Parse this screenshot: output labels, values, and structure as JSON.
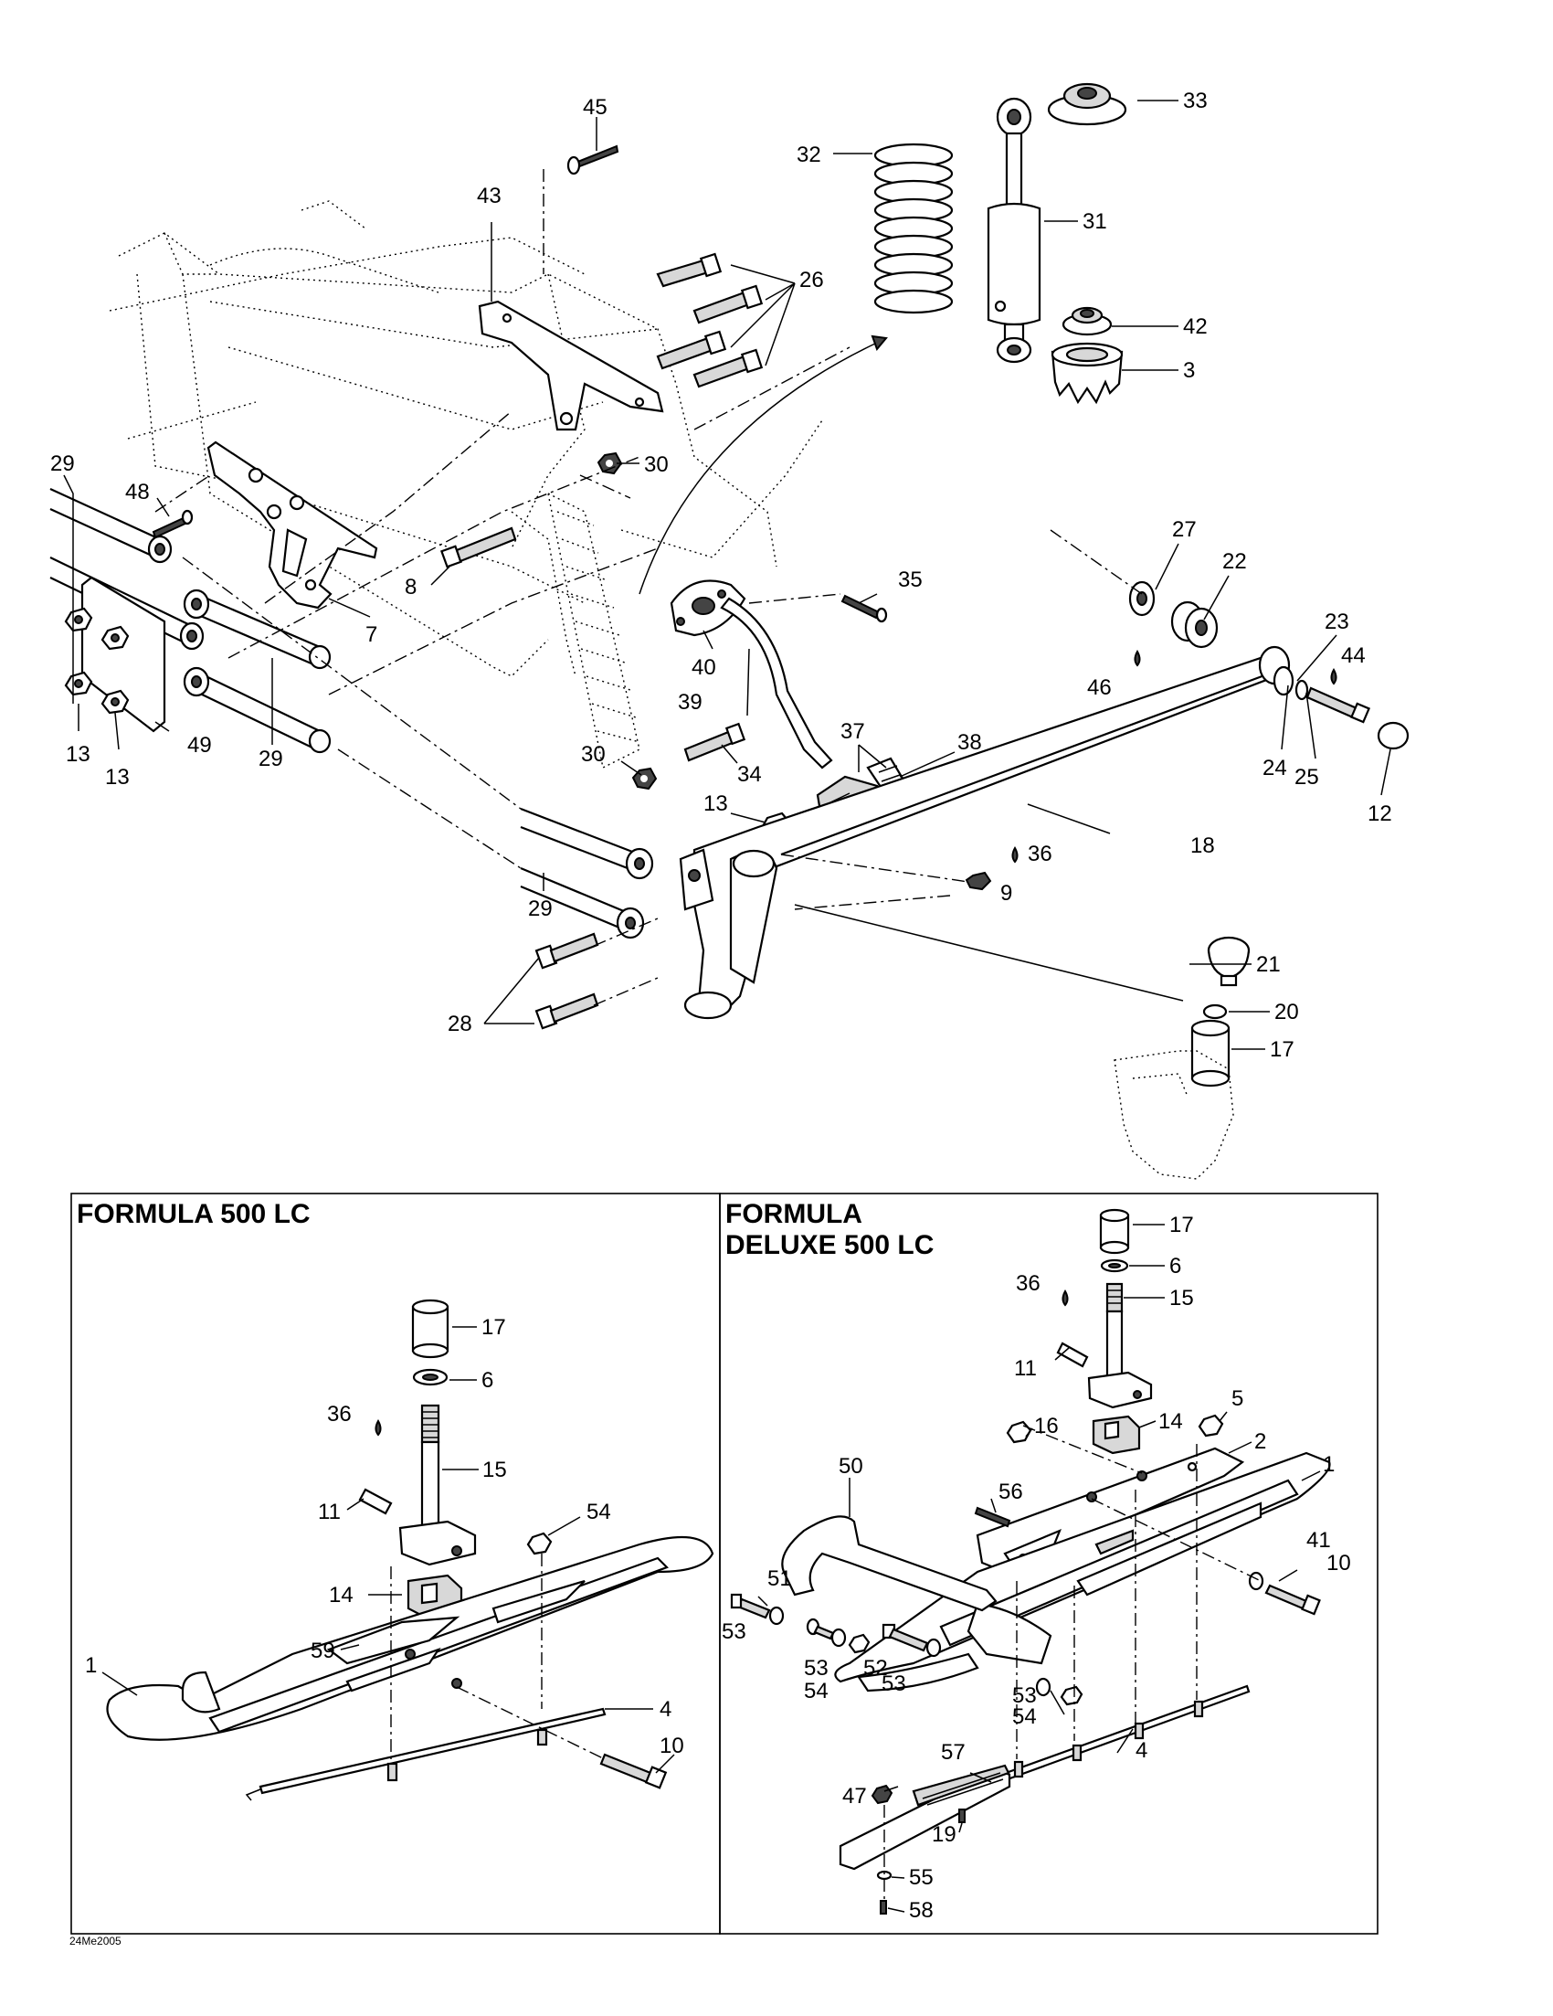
{
  "diagram_code": "24Me2005",
  "panels": {
    "left_title": "FORMULA 500 LC",
    "right_title_line1": "FORMULA",
    "right_title_line2": "DELUXE 500 LC"
  },
  "callouts": {
    "c45": "45",
    "c43": "43",
    "c26": "26",
    "c32": "32",
    "c31": "31",
    "c33": "33",
    "c42": "42",
    "c3": "3",
    "c30a": "30",
    "c29a": "29",
    "c48": "48",
    "c8": "8",
    "c7": "7",
    "c13a": "13",
    "c13b": "13",
    "c49": "49",
    "c29b": "29",
    "c27": "27",
    "c22": "22",
    "c23": "23",
    "c44": "44",
    "c46": "46",
    "c24": "24",
    "c25": "25",
    "c12": "12",
    "c35": "35",
    "c40": "40",
    "c39": "39",
    "c37": "37",
    "c38": "38",
    "c30b": "30",
    "c34": "34",
    "c13c": "13",
    "c36a": "36",
    "c9": "9",
    "c18": "18",
    "c29c": "29",
    "c21": "21",
    "c20": "20",
    "c17a": "17",
    "c28": "28",
    "l17": "17",
    "l6": "6",
    "l36": "36",
    "l15": "15",
    "l11": "11",
    "l54": "54",
    "l14": "14",
    "l59": "59",
    "l1": "1",
    "l4": "4",
    "l10": "10",
    "r17": "17",
    "r6": "6",
    "r36": "36",
    "r15": "15",
    "r11": "11",
    "r5": "5",
    "r16": "16",
    "r14": "14",
    "r2": "2",
    "r1": "1",
    "r50": "50",
    "r56": "56",
    "r51": "51",
    "r53a": "53",
    "r53b": "53",
    "r54a": "54",
    "r52": "52",
    "r53c": "53",
    "r41": "41",
    "r10": "10",
    "r53d": "53",
    "r54b": "54",
    "r57": "57",
    "r47": "47",
    "r19": "19",
    "r4": "4",
    "r55": "55",
    "r58": "58"
  }
}
